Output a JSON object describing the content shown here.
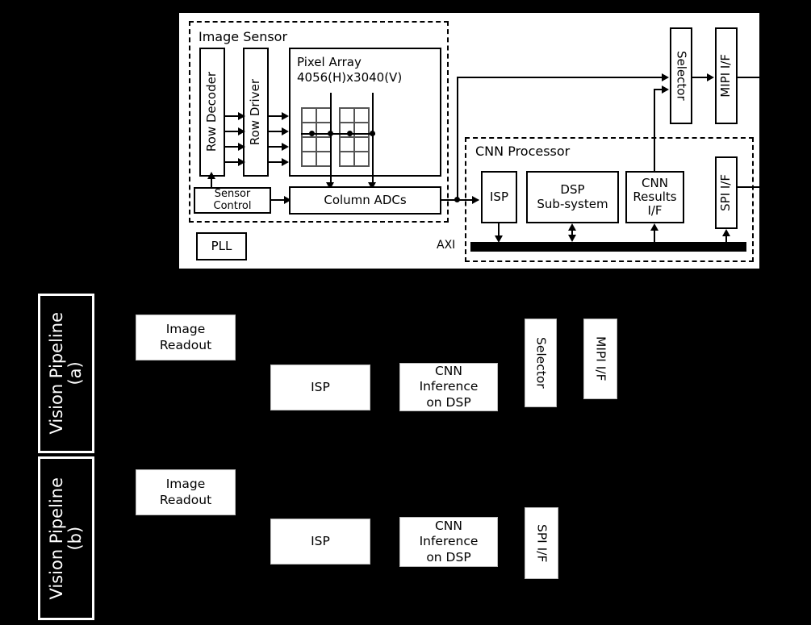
{
  "diagram": {
    "title_block": {
      "image_sensor_group": "Image Sensor",
      "cnn_processor_group": "CNN Processor"
    },
    "sensor": {
      "row_decoder": "Row Decoder",
      "row_driver": "Row Driver",
      "pixel_array_line1": "Pixel Array",
      "pixel_array_line2": "4056(H)x3040(V)",
      "sensor_control": "Sensor\nControl",
      "column_adcs": "Column  ADCs",
      "pll": "PLL"
    },
    "processor": {
      "isp": "ISP",
      "dsp_subsystem": "DSP\nSub-system",
      "cnn_results_if": "CNN\nResults\nI/F",
      "spi_if": "SPI I/F",
      "axi_label": "AXI"
    },
    "output": {
      "selector": "Selector",
      "mipi_if": "MIPI I/F"
    }
  },
  "pipelines": [
    {
      "label": "Vision Pipeline\n(a)",
      "stages": [
        {
          "name": "image-readout",
          "text": "Image\nReadout",
          "orientation": "horizontal"
        },
        {
          "name": "isp",
          "text": "ISP",
          "orientation": "horizontal"
        },
        {
          "name": "cnn-inference-on-dsp",
          "text": "CNN\nInference\non DSP",
          "orientation": "horizontal"
        },
        {
          "name": "selector",
          "text": "Selector",
          "orientation": "vertical"
        },
        {
          "name": "mipi-if",
          "text": "MIPI I/F",
          "orientation": "vertical"
        }
      ]
    },
    {
      "label": "Vision Pipeline\n(b)",
      "stages": [
        {
          "name": "image-readout",
          "text": "Image\nReadout",
          "orientation": "horizontal"
        },
        {
          "name": "isp",
          "text": "ISP",
          "orientation": "horizontal"
        },
        {
          "name": "cnn-inference-on-dsp",
          "text": "CNN\nInference\non DSP",
          "orientation": "horizontal"
        },
        {
          "name": "spi-if",
          "text": "SPI I/F",
          "orientation": "vertical"
        }
      ]
    }
  ],
  "colors": {
    "background": "#000000",
    "panel": "#ffffff",
    "stroke": "#000000",
    "pipeline_label_text": "#ffffff"
  }
}
